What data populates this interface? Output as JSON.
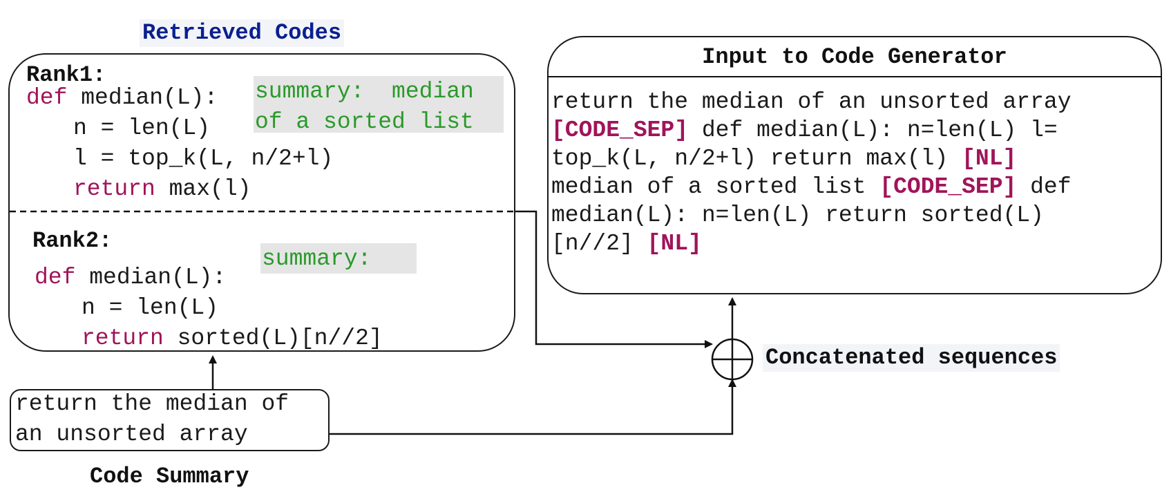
{
  "retrieved": {
    "title": "Retrieved Codes",
    "rank1": {
      "label": "Rank1:",
      "line1_kw": "def",
      "line1_rest": " median(L):",
      "line2": "n = len(L)",
      "line3": "l = top_k(L, n/2+l)",
      "line4_kw": "return",
      "line4_rest": " max(l)",
      "summary_line1": "summary:  median",
      "summary_line2": "of a sorted list"
    },
    "rank2": {
      "label": "Rank2:",
      "line1_kw": "def",
      "line1_rest": " median(L):",
      "line2": "n = len(L)",
      "line3_kw": "return",
      "line3_rest": " sorted(L)[n//2]",
      "summary": "summary:"
    }
  },
  "generator": {
    "title": "Input to Code Generator",
    "lines": [
      [
        {
          "t": "return the median of an unsorted array",
          "tag": false
        }
      ],
      [
        {
          "t": "[CODE_SEP]",
          "tag": true
        },
        {
          "t": " def median(L): n=len(L) l=",
          "tag": false
        }
      ],
      [
        {
          "t": "top_k(L, n/2+l) return max(l) ",
          "tag": false
        },
        {
          "t": "[NL]",
          "tag": true
        }
      ],
      [
        {
          "t": "median of a sorted list ",
          "tag": false
        },
        {
          "t": "[CODE_SEP]",
          "tag": true
        },
        {
          "t": " def",
          "tag": false
        }
      ],
      [
        {
          "t": "median(L): n=len(L) return sorted(L)",
          "tag": false
        }
      ],
      [
        {
          "t": "[n//2] ",
          "tag": false
        },
        {
          "t": "[NL]",
          "tag": true
        }
      ]
    ]
  },
  "concat": {
    "label": "Concatenated sequences"
  },
  "summary_box": {
    "line1": "return the median of",
    "line2": "an unsorted array",
    "caption": "Code Summary"
  },
  "colors": {
    "keyword": "#a0145a",
    "summary_green": "#2a9a2a",
    "title_blue": "#0a1f8f"
  }
}
